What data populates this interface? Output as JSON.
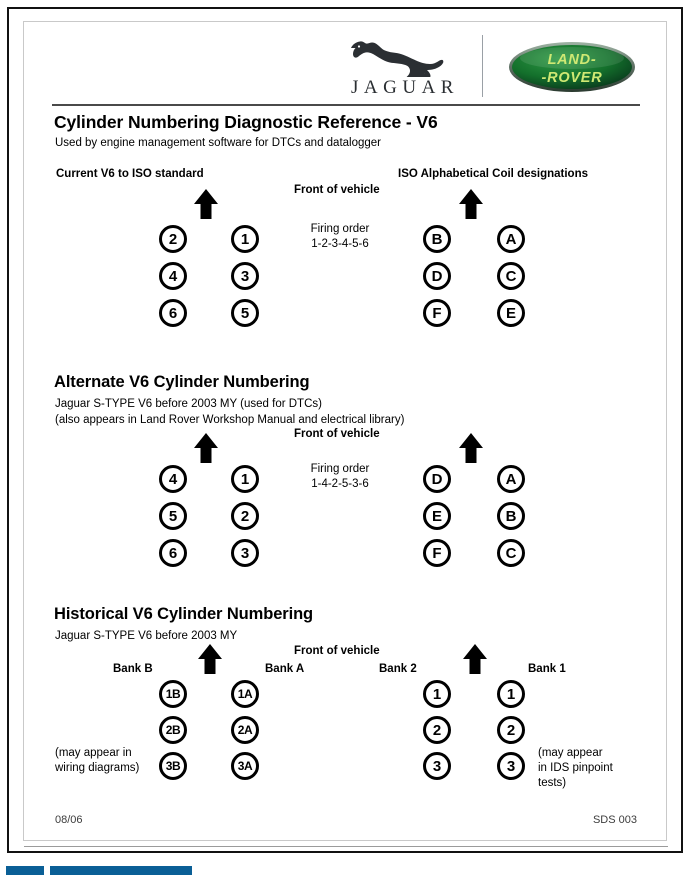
{
  "document": {
    "title": "Cylinder Numbering Diagnostic Reference - V6",
    "subtitle": "Used by engine management software for DTCs and datalogger",
    "brand_primary": "JAGUAR",
    "brand_secondary_line1": "LAND-",
    "brand_secondary_line2": "-ROVER",
    "accent_blue": "#0a5f96",
    "logo_green_dark": "#0c4a20",
    "logo_green_mid": "#1a7a33",
    "logo_text_green": "#c8e06a",
    "jaguar_gray": "#2b2f33"
  },
  "sections": [
    {
      "id": "iso",
      "title": "",
      "subtitles": [],
      "left_heading": "Current V6 to ISO standard",
      "right_heading": "ISO Alphabetical Coil designations",
      "front_label": "Front of vehicle",
      "firing_label": "Firing order",
      "firing_order": "1-2-3-4-5-6",
      "left_bank_outer": [
        "2",
        "4",
        "6"
      ],
      "left_bank_inner": [
        "1",
        "3",
        "5"
      ],
      "right_bank_outer": [
        "B",
        "D",
        "F"
      ],
      "right_bank_inner": [
        "A",
        "C",
        "E"
      ]
    },
    {
      "id": "alternate",
      "title": "Alternate V6 Cylinder Numbering",
      "subtitles": [
        "Jaguar S-TYPE V6 before 2003 MY (used for DTCs)",
        "(also appears in Land Rover Workshop Manual and electrical library)"
      ],
      "front_label": "Front of vehicle",
      "firing_label": "Firing order",
      "firing_order": "1-4-2-5-3-6",
      "left_bank_outer": [
        "4",
        "5",
        "6"
      ],
      "left_bank_inner": [
        "1",
        "2",
        "3"
      ],
      "right_bank_outer": [
        "D",
        "E",
        "F"
      ],
      "right_bank_inner": [
        "A",
        "B",
        "C"
      ]
    },
    {
      "id": "historical",
      "title": "Historical V6 Cylinder Numbering",
      "subtitles": [
        "Jaguar S-TYPE V6 before 2003 MY"
      ],
      "front_label": "Front of vehicle",
      "bank_label_1": "Bank B",
      "bank_label_2": "Bank A",
      "bank_label_3": "Bank 2",
      "bank_label_4": "Bank 1",
      "left_bank_outer": [
        "1B",
        "2B",
        "3B"
      ],
      "left_bank_inner": [
        "1A",
        "2A",
        "3A"
      ],
      "right_bank_outer": [
        "1",
        "2",
        "3"
      ],
      "right_bank_inner": [
        "1",
        "2",
        "3"
      ],
      "note_left_line1": "(may appear in",
      "note_left_line2": "wiring diagrams)",
      "note_right_line1": "(may appear",
      "note_right_line2": "in IDS pinpoint",
      "note_right_line3": "tests)"
    }
  ],
  "footer": {
    "left": "08/06",
    "right": "SDS 003"
  }
}
